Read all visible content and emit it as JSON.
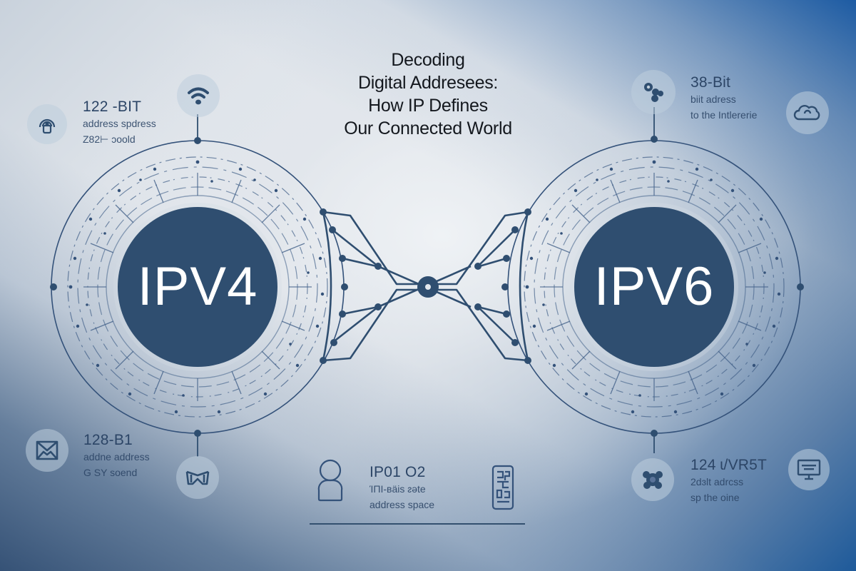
{
  "title": {
    "lines": [
      "Decoding",
      "Digital Addresees:",
      "How IP Defines",
      "Our Connected World"
    ]
  },
  "diagram": {
    "left_circle_label": "IPV4",
    "right_circle_label": "IPV6",
    "colors": {
      "primary": "#2f4e70",
      "line": "#34527a",
      "text_dark": "#14181e",
      "text_info": "#2c4566",
      "icon_bg": "#c3cfdb",
      "corner_top_right": "#1a5698",
      "corner_bottom_left": "#2c4a70"
    }
  },
  "info_blocks": {
    "top_left": {
      "icon": "wireless-signal-icon",
      "heading": "122 -BIT",
      "line1": "address spdress",
      "line2": "Z82⊢ ɔoold"
    },
    "top_left_connector": {
      "icon": "wifi-icon"
    },
    "top_right": {
      "icon": "gears-icon",
      "heading": "38-Bit",
      "line1": "biit adress",
      "line2": "to the Intlererie"
    },
    "top_right_side": {
      "icon": "cloud-icon"
    },
    "bottom_left": {
      "icon": "envelope-icon",
      "heading": "128-B1",
      "line1": "addne address",
      "line2": "G SY  soend"
    },
    "bottom_left_connector": {
      "icon": "bow-tie-icon"
    },
    "bottom_center": {
      "icon_left": "user-icon",
      "heading": "IP01 O2",
      "line1": "ΊΠΙ-ʙäis ᴤəte",
      "line2": "address space",
      "icon_right": "qr-code-icon"
    },
    "bottom_right": {
      "icon": "puzzle-icon",
      "heading": "124 ɩ/VR5T",
      "line1": "2dɜlt adrcss",
      "line2": "sp the oine"
    },
    "bottom_right_side": {
      "icon": "monitor-icon"
    }
  }
}
